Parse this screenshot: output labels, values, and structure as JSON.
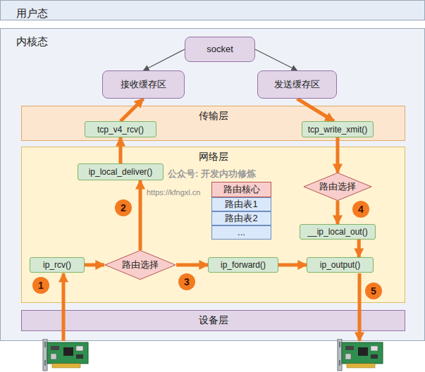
{
  "diagram": {
    "nodes": [
      {
        "text": [
          "用户态"
        ]
      },
      {
        "text": [
          "内核态"
        ]
      },
      {
        "text": [
          "socket"
        ],
        "in": 1
      },
      {
        "text": [
          "接收缓存区"
        ],
        "in": 1
      },
      {
        "text": [
          "发送缓存区"
        ],
        "in": 1
      },
      {
        "text": [
          "传输层"
        ],
        "in": 1
      },
      {
        "text": [
          "tcp_v4_rcv()"
        ],
        "in": 5
      },
      {
        "text": [
          "tcp_write_xmit()"
        ],
        "in": 5
      },
      {
        "text": [
          "网络层"
        ],
        "in": 1
      },
      {
        "text": [
          "ip_local_deliver()"
        ],
        "in": 8
      },
      {
        "text": [
          "路由核心"
        ],
        "in": 8
      },
      {
        "text": [
          "路由表1"
        ],
        "in": 8
      },
      {
        "text": [
          "路由表2"
        ],
        "in": 8
      },
      {
        "text": [
          "..."
        ],
        "in": 8
      },
      {
        "text": [
          "路由选择"
        ],
        "in": 8
      },
      {
        "text": [
          "__ip_local_out()"
        ],
        "in": 8
      },
      {
        "text": [
          "ip_rcv()"
        ],
        "in": 8
      },
      {
        "text": [
          "路由选择"
        ],
        "in": 8
      },
      {
        "text": [
          "ip_forward()"
        ],
        "in": 8
      },
      {
        "text": [
          "ip_output()"
        ],
        "in": 8
      },
      {
        "text": [
          "设备层"
        ],
        "in": 1
      }
    ],
    "edges": [
      {
        "from": 2,
        "to": 3,
        "arrow": "to"
      },
      {
        "from": 2,
        "to": 4,
        "arrow": "to"
      },
      {
        "from": 4,
        "to": 7,
        "arrow": "to"
      },
      {
        "from": 6,
        "to": 3,
        "arrow": "to"
      },
      {
        "from": 9,
        "to": 6,
        "arrow": "to"
      },
      {
        "from": 17,
        "to": 9,
        "arrow": "to"
      },
      {
        "from": 16,
        "to": 17,
        "arrow": "to"
      },
      {
        "from": 17,
        "to": 18,
        "arrow": "to"
      },
      {
        "from": 18,
        "to": 19,
        "arrow": "to"
      },
      {
        "from": 7,
        "to": 14,
        "arrow": "to"
      },
      {
        "from": 14,
        "to": 15,
        "arrow": "to"
      },
      {
        "from": 15,
        "to": 19,
        "arrow": "to"
      }
    ],
    "labels": [
      "公众号: 开发内功修炼",
      "https://kfngxl.cn",
      "2",
      "4",
      "1",
      "3",
      "5"
    ]
  }
}
